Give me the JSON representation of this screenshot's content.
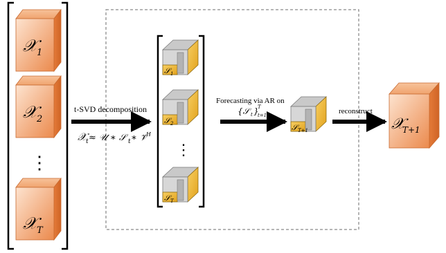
{
  "left_tensors": [
    {
      "symbol": "𝒳",
      "sub": "1"
    },
    {
      "symbol": "𝒳",
      "sub": "2"
    },
    {
      "symbol": "𝒳",
      "sub": "T"
    }
  ],
  "left_ellipsis": "⋮",
  "tsvd": {
    "label": "t-SVD decomposition",
    "formula_lhs": "𝒳",
    "formula_lhs_sub": "t",
    "formula_rhs": " ≈ 𝒰 ∗ 𝒮",
    "formula_rhs_sub": "t",
    "formula_tail": " ∗ 𝒱",
    "formula_tail_sup": "H"
  },
  "core_tensors": [
    {
      "symbol": "𝒮",
      "sub": "1"
    },
    {
      "symbol": "𝒮",
      "sub": "2"
    },
    {
      "symbol": "𝒮",
      "sub": "T"
    }
  ],
  "core_ellipsis": "⋮",
  "forecast": {
    "label": "Forecasting via AR on",
    "set_open": "{𝒮",
    "set_sub": "t",
    "set_close": "}",
    "set_close_sub": "t=1",
    "set_close_sup": "T"
  },
  "predicted_core": {
    "symbol": "𝒮",
    "sub": "T+1"
  },
  "reconstruct": {
    "label": "reconstruct"
  },
  "output_tensor": {
    "symbol": "𝒳",
    "sub": "T+1"
  },
  "colors": {
    "orange_light": "#fbd2b4",
    "orange_dark": "#e8884c",
    "gold": "#f2b632",
    "gray": "#a9a9a9",
    "arrow": "#000000"
  }
}
